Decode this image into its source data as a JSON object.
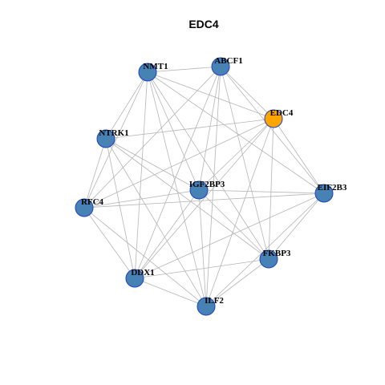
{
  "title": "EDC4",
  "colors": {
    "default_node": "#4682b4",
    "highlight_node": "#ffa500",
    "node_border": "#1f3fc8",
    "edge": "#b5b5b5"
  },
  "nodes": [
    {
      "id": "ABCF1",
      "label": "ABCF1",
      "highlight": false
    },
    {
      "id": "NMT1",
      "label": "NMT1",
      "highlight": false
    },
    {
      "id": "EDC4",
      "label": "EDC4",
      "highlight": true
    },
    {
      "id": "NTRK1",
      "label": "NTRK1",
      "highlight": false
    },
    {
      "id": "IGF2BP3",
      "label": "IGF2BP3",
      "highlight": false
    },
    {
      "id": "EIF2B3",
      "label": "EIF2B3",
      "highlight": false
    },
    {
      "id": "RFC4",
      "label": "RFC4",
      "highlight": false
    },
    {
      "id": "FKBP3",
      "label": "FKBP3",
      "highlight": false
    },
    {
      "id": "DDX1",
      "label": "DDX1",
      "highlight": false
    },
    {
      "id": "ILF2",
      "label": "ILF2",
      "highlight": false
    }
  ],
  "edges": [
    [
      "ABCF1",
      "NMT1"
    ],
    [
      "ABCF1",
      "EDC4"
    ],
    [
      "ABCF1",
      "EIF2B3"
    ],
    [
      "ABCF1",
      "IGF2BP3"
    ],
    [
      "ABCF1",
      "RFC4"
    ],
    [
      "ABCF1",
      "FKBP3"
    ],
    [
      "ABCF1",
      "DDX1"
    ],
    [
      "ABCF1",
      "ILF2"
    ],
    [
      "NMT1",
      "EDC4"
    ],
    [
      "NMT1",
      "NTRK1"
    ],
    [
      "NMT1",
      "IGF2BP3"
    ],
    [
      "NMT1",
      "EIF2B3"
    ],
    [
      "NMT1",
      "RFC4"
    ],
    [
      "NMT1",
      "FKBP3"
    ],
    [
      "NMT1",
      "DDX1"
    ],
    [
      "NMT1",
      "ILF2"
    ],
    [
      "EDC4",
      "NTRK1"
    ],
    [
      "EDC4",
      "IGF2BP3"
    ],
    [
      "EDC4",
      "EIF2B3"
    ],
    [
      "EDC4",
      "RFC4"
    ],
    [
      "EDC4",
      "FKBP3"
    ],
    [
      "EDC4",
      "DDX1"
    ],
    [
      "EDC4",
      "ILF2"
    ],
    [
      "NTRK1",
      "IGF2BP3"
    ],
    [
      "NTRK1",
      "RFC4"
    ],
    [
      "NTRK1",
      "FKBP3"
    ],
    [
      "NTRK1",
      "DDX1"
    ],
    [
      "NTRK1",
      "ILF2"
    ],
    [
      "IGF2BP3",
      "EIF2B3"
    ],
    [
      "IGF2BP3",
      "RFC4"
    ],
    [
      "IGF2BP3",
      "FKBP3"
    ],
    [
      "IGF2BP3",
      "DDX1"
    ],
    [
      "IGF2BP3",
      "ILF2"
    ],
    [
      "EIF2B3",
      "RFC4"
    ],
    [
      "EIF2B3",
      "FKBP3"
    ],
    [
      "EIF2B3",
      "DDX1"
    ],
    [
      "EIF2B3",
      "ILF2"
    ],
    [
      "RFC4",
      "DDX1"
    ],
    [
      "RFC4",
      "ILF2"
    ],
    [
      "FKBP3",
      "DDX1"
    ],
    [
      "FKBP3",
      "ILF2"
    ],
    [
      "DDX1",
      "ILF2"
    ]
  ]
}
